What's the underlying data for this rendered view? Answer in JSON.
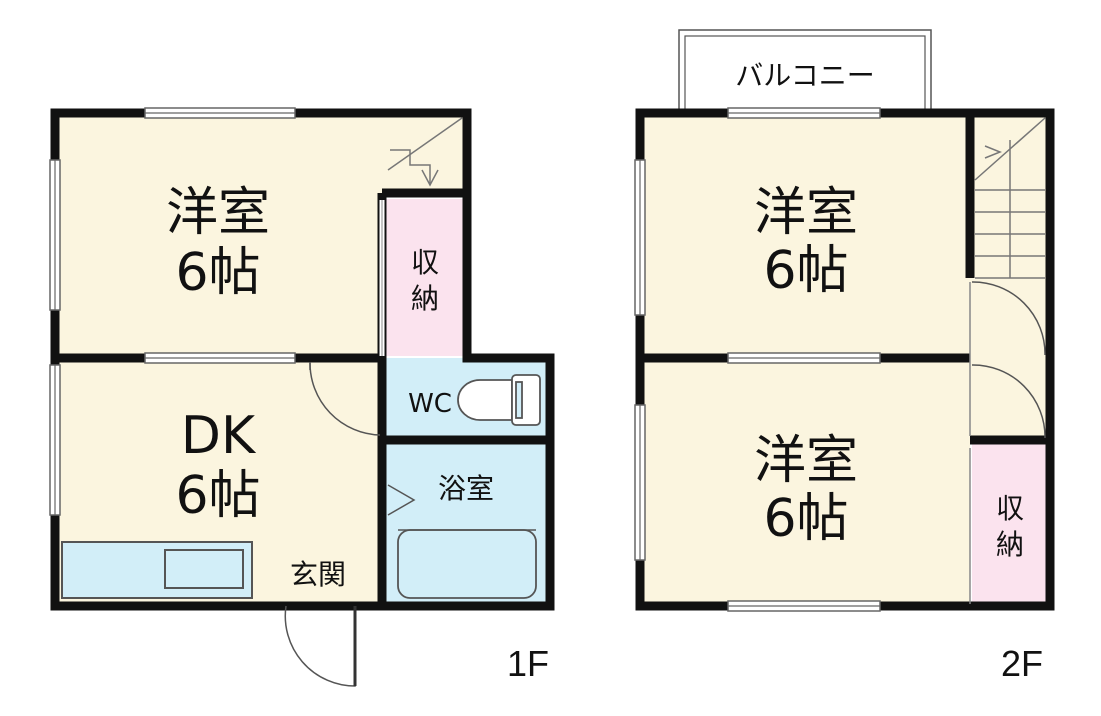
{
  "floor1": {
    "label": "1F",
    "western_room": {
      "name": "洋室",
      "size": "6帖"
    },
    "storage": {
      "line1": "収",
      "line2": "納"
    },
    "dk": {
      "name": "DK",
      "size": "6帖"
    },
    "wc": {
      "name": "WC"
    },
    "bath": {
      "name": "浴室"
    },
    "entrance": {
      "name": "玄関"
    }
  },
  "floor2": {
    "label": "2F",
    "balcony": {
      "name": "バルコニー"
    },
    "western_room_top": {
      "name": "洋室",
      "size": "6帖"
    },
    "western_room_bottom": {
      "name": "洋室",
      "size": "6帖"
    },
    "storage": {
      "line1": "収",
      "line2": "納"
    }
  },
  "colors": {
    "room_fill": "#FBF5DF",
    "storage_fill": "#FBE3EE",
    "water_fill": "#D2EEF8",
    "wall": "#111111"
  }
}
